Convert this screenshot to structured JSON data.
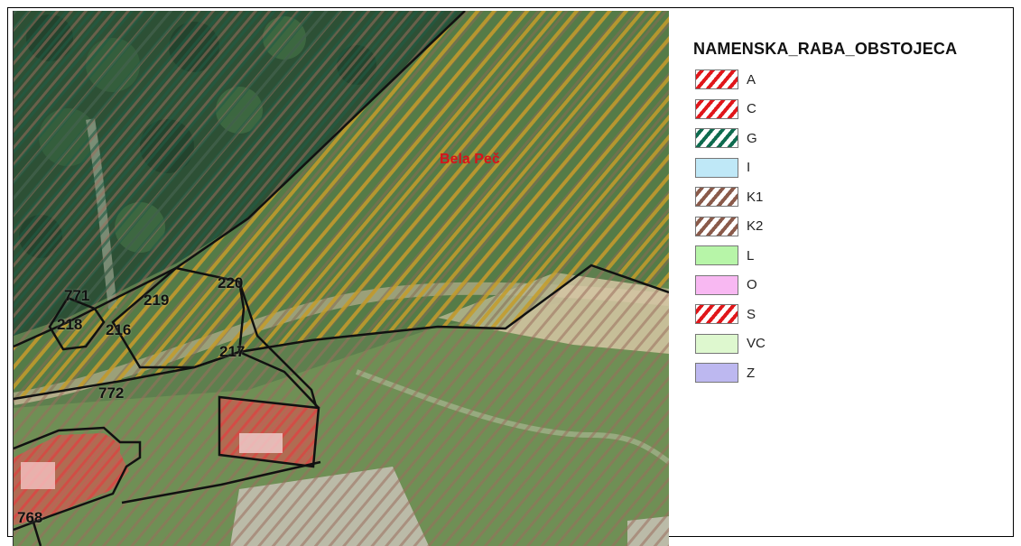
{
  "map": {
    "place_name": "Bela Peč",
    "place_color": "#d8131b",
    "parcel_labels": [
      "771",
      "219",
      "220",
      "218",
      "216",
      "217",
      "772",
      "768"
    ]
  },
  "legend": {
    "title": "NAMENSKA_RABA_OBSTOJECA",
    "items": [
      {
        "code": "A",
        "style": "hatch",
        "color": "#e0161a"
      },
      {
        "code": "C",
        "style": "hatch",
        "color": "#e0161a"
      },
      {
        "code": "G",
        "style": "hatch",
        "color": "#0e6b4f"
      },
      {
        "code": "I",
        "style": "fill",
        "color": "#bfe8f7"
      },
      {
        "code": "K1",
        "style": "hatch",
        "color": "#8a5a4a"
      },
      {
        "code": "K2",
        "style": "hatch",
        "color": "#8a5a4a"
      },
      {
        "code": "L",
        "style": "fill",
        "color": "#b7f5a8"
      },
      {
        "code": "O",
        "style": "fill",
        "color": "#f8b8f2"
      },
      {
        "code": "S",
        "style": "hatch",
        "color": "#e0161a"
      },
      {
        "code": "VC",
        "style": "fill",
        "color": "#def8cf"
      },
      {
        "code": "Z",
        "style": "fill",
        "color": "#bdb8f0"
      }
    ]
  }
}
